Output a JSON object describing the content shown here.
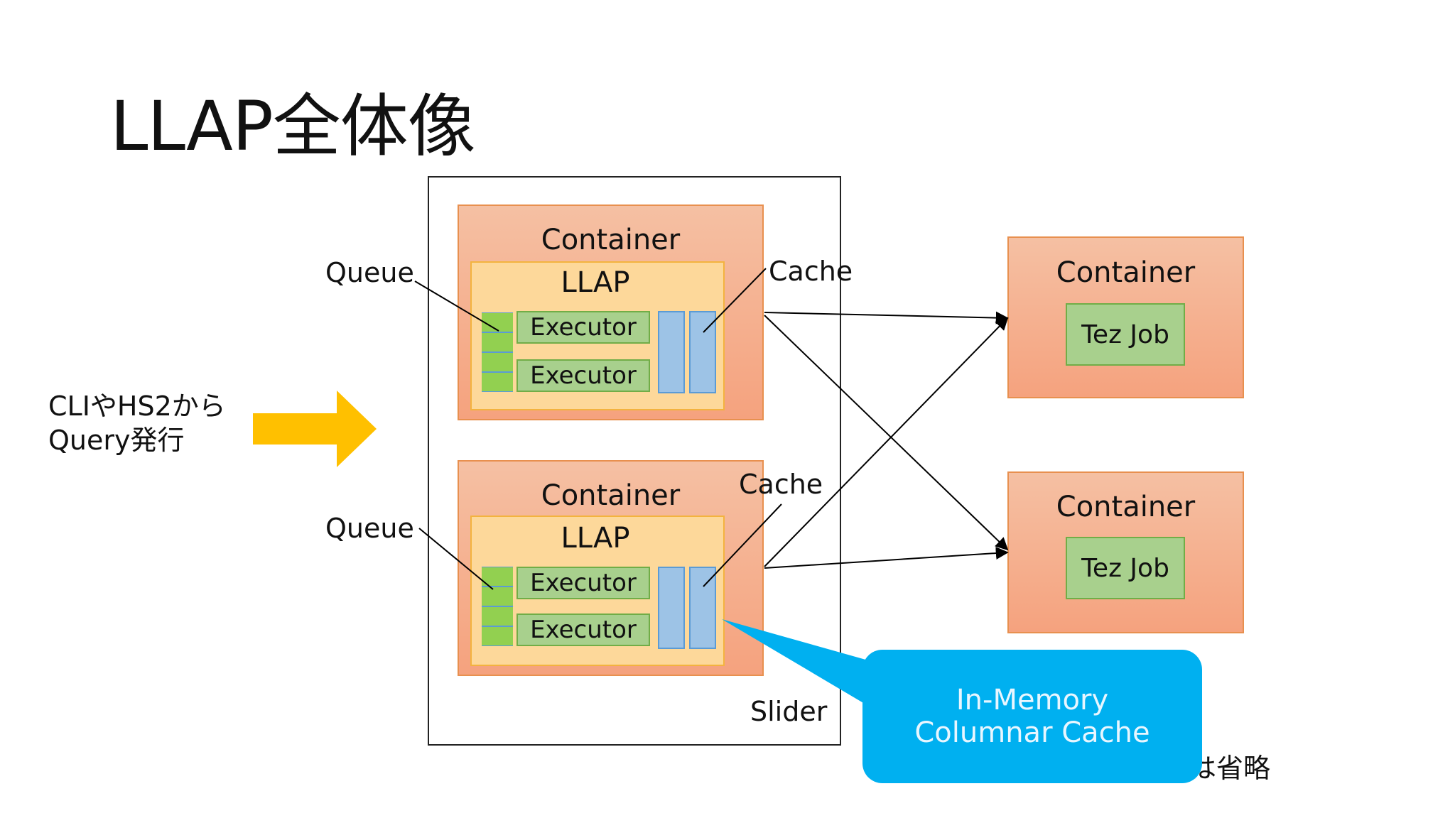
{
  "title": "LLAP全体像",
  "source": {
    "line1": "CLIやHS2から",
    "line2": "Query発行"
  },
  "slider_label": "Slider",
  "llap_containers": [
    {
      "container_label": "Container",
      "llap_label": "LLAP",
      "executors": [
        "Executor",
        "Executor"
      ],
      "queue_label": "Queue",
      "cache_label": "Cache"
    },
    {
      "container_label": "Container",
      "llap_label": "LLAP",
      "executors": [
        "Executor",
        "Executor"
      ],
      "queue_label": "Queue",
      "cache_label": "Cache"
    }
  ],
  "tez_containers": [
    {
      "container_label": "Container",
      "job_label": "Tez Job"
    },
    {
      "container_label": "Container",
      "job_label": "Tez Job"
    }
  ],
  "callout": {
    "line1": "In-Memory",
    "line2": "Columnar Cache"
  },
  "footnote_partial": "は省略",
  "colors": {
    "container_fill": "#f5b08f",
    "container_border": "#e8904f",
    "llap_fill": "#fdd89a",
    "executor_fill": "#a8d08d",
    "queue_fill": "#92d050",
    "cache_fill": "#9dc3e6",
    "arrow_fill": "#ffc000",
    "callout_fill": "#00b0f0"
  }
}
